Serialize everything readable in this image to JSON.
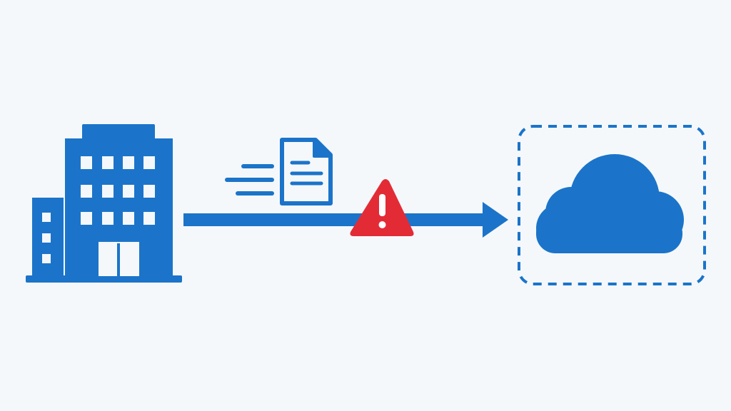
{
  "diagram": {
    "nodes": [
      {
        "id": "on-premises",
        "icon": "office-building-icon"
      },
      {
        "id": "cloud",
        "icon": "cloud-icon",
        "container": "dashed-rounded-box"
      }
    ],
    "flow": {
      "from": "on-premises",
      "to": "cloud",
      "payload_icon": "document-icon",
      "motion_lines": 3,
      "warning_icon": "warning-triangle-icon"
    }
  },
  "colors": {
    "background": "#f4f8fb",
    "primary_blue": "#1b74c9",
    "warning_red": "#e32b36",
    "window_white": "#f4f8fb"
  }
}
